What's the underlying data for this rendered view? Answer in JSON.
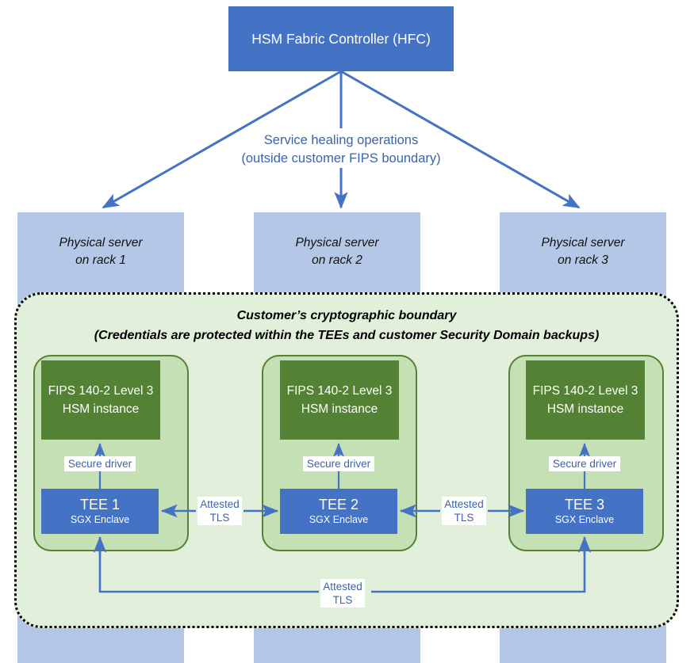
{
  "diagram": {
    "title_box": {
      "label": "HSM Fabric Controller (HFC)"
    },
    "healing": {
      "line1": "Service healing operations",
      "line2": "(outside customer FIPS boundary)"
    },
    "servers": [
      {
        "line1": "Physical server",
        "line2": "on rack 1"
      },
      {
        "line1": "Physical server",
        "line2": "on rack 2"
      },
      {
        "line1": "Physical server",
        "line2": "on rack 3"
      }
    ],
    "boundary": {
      "line1": "Customer’s cryptographic boundary",
      "line2": "(Credentials are protected within the TEEs and customer Security Domain backups)"
    },
    "hsm_instances": [
      {
        "line1": "FIPS 140-2 Level 3",
        "line2": "HSM instance"
      },
      {
        "line1": "FIPS 140-2 Level 3",
        "line2": "HSM instance"
      },
      {
        "line1": "FIPS 140-2 Level 3",
        "line2": "HSM instance"
      }
    ],
    "tees": [
      {
        "title": "TEE 1",
        "subtitle": "SGX Enclave"
      },
      {
        "title": "TEE 2",
        "subtitle": "SGX Enclave"
      },
      {
        "title": "TEE 3",
        "subtitle": "SGX Enclave"
      }
    ],
    "secure_driver_labels": [
      "Secure driver",
      "Secure driver",
      "Secure driver"
    ],
    "tls_links": [
      {
        "line1": "Attested",
        "line2": "TLS"
      },
      {
        "line1": "Attested",
        "line2": "TLS"
      },
      {
        "line1": "Attested",
        "line2": "TLS"
      }
    ],
    "colors": {
      "accent_blue": "#4472C4",
      "text_blue": "#3B63AE",
      "server_blue": "#B4C7E7",
      "hsm_green": "#548235",
      "node_green": "#C5E0B4",
      "boundary_green": "#E2EFDA",
      "boundary_border": "#000000"
    }
  }
}
